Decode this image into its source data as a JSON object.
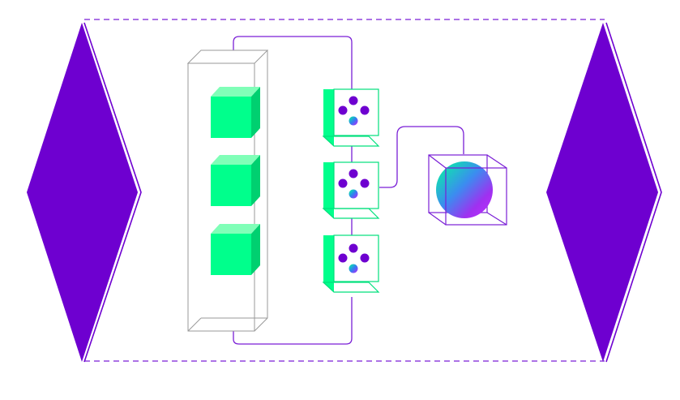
{
  "colors": {
    "purple": "#6E00D0",
    "purple_line": "#7A1FD6",
    "green": "#00FF8C",
    "green_dark": "#00D070",
    "green_light": "#80FFB8",
    "outline_gray": "#9A9A9A",
    "background": "#FFFFFF"
  },
  "diagram": {
    "left_shape_icon": "purple-diamond-icon",
    "right_shape_icon": "purple-diamond-icon",
    "frame_style": "dashed",
    "column_blocks": 3,
    "node_cubes": 3,
    "node_icon": "four-dot-cluster-icon",
    "output_icon": "gradient-sphere-in-wireframe-cube-icon"
  }
}
